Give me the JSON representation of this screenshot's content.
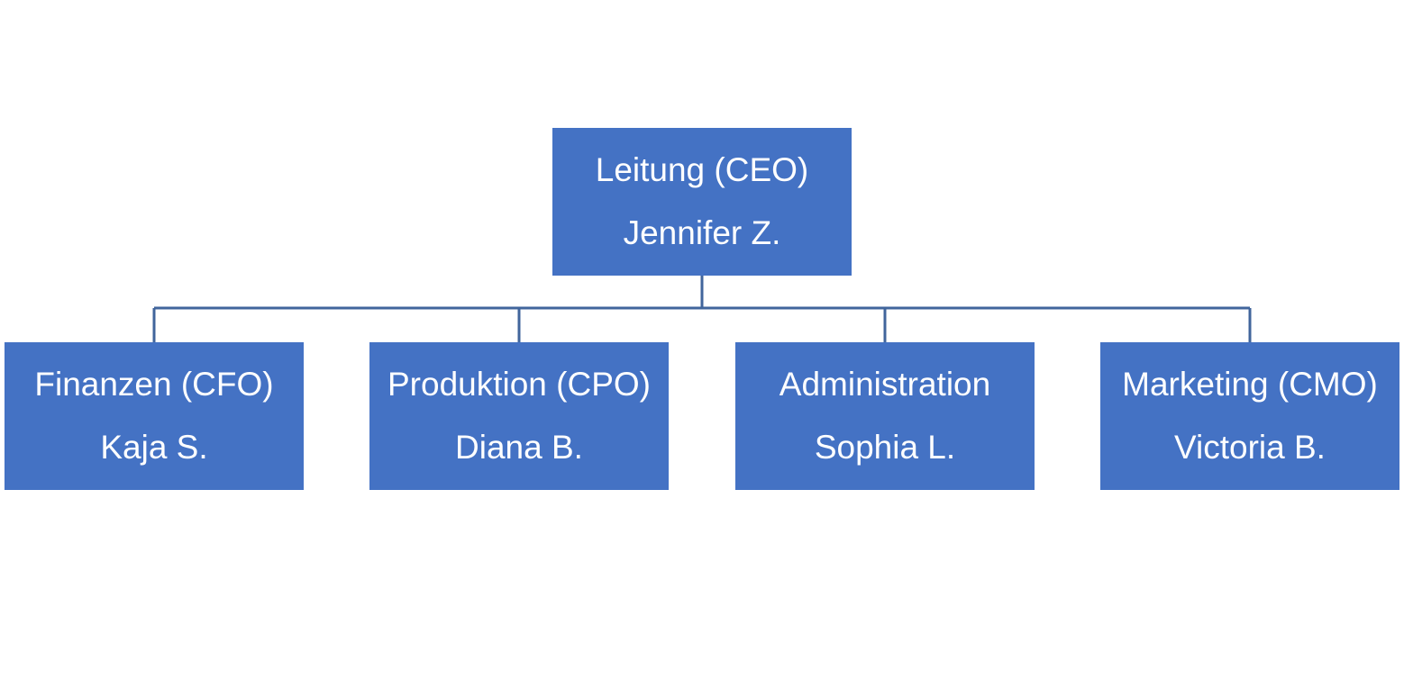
{
  "org_chart": {
    "root": {
      "title": "Leitung (CEO)",
      "name": "Jennifer Z."
    },
    "children": [
      {
        "title": "Finanzen (CFO)",
        "name": "Kaja S."
      },
      {
        "title": "Produktion (CPO)",
        "name": "Diana B."
      },
      {
        "title": "Administration",
        "name": "Sophia L."
      },
      {
        "title": "Marketing (CMO)",
        "name": "Victoria B."
      }
    ]
  },
  "colors": {
    "box_fill": "#4472c4",
    "box_text": "#ffffff",
    "connector": "#41659c",
    "background": "#ffffff"
  }
}
